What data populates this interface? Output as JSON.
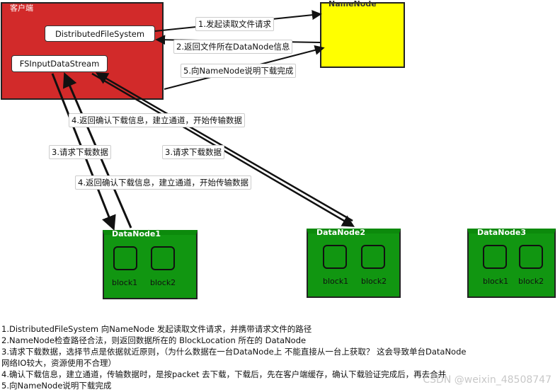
{
  "client": {
    "title": "客户端",
    "dfs": "DistributedFileSystem",
    "stream": "FSInputDataStream"
  },
  "namenode": {
    "title": "NameNode"
  },
  "datanodes": [
    {
      "title": "DataNode1",
      "blocks": [
        "block1",
        "block2"
      ]
    },
    {
      "title": "DataNode2",
      "blocks": [
        "block1",
        "block2"
      ]
    },
    {
      "title": "DataNode3",
      "blocks": [
        "block1",
        "block2"
      ]
    }
  ],
  "labels": {
    "step1": "1.发起读取文件请求",
    "step2": "2.返回文件所在DataNode信息",
    "step5": "5.向NameNode说明下载完成",
    "step4a": "4.返回确认下载信息，建立通道，开始传输数据",
    "step3a": "3.请求下载数据",
    "step3b": "3.请求下载数据",
    "step4b": "4.返回确认下载信息，建立通道，开始传输数据"
  },
  "notes": [
    "1.DistributedFileSystem 向NameNode 发起读取文件请求，并携带请求文件的路径",
    "2.NameNode检查路径合法，则返回数据所在的 BlockLocation 所在的 DataNode",
    "3.请求下载数据，选择节点是依据就近原则，（为什么数据在一台DataNode上 不能直接从一台上获取？  这会导致单台DataNode",
    "网络IO较大，资源使用不合理）",
    "4.确认下载信息，建立通道，传输数据时，是按packet 去下载，下载后，先在客户端缓存，确认下载验证完成后，再去合并",
    "5.向NameNode说明下载完成"
  ],
  "watermark": "CSDN @weixin_48508747"
}
